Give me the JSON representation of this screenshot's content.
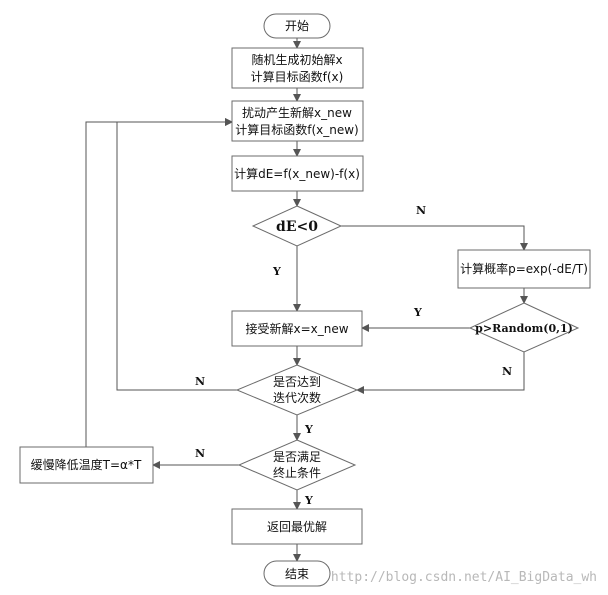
{
  "nodes": {
    "start": "开始",
    "init_1": "随机生成初始解x",
    "init_2": "计算目标函数f(x)",
    "perturb_1": "扰动产生新解x_new",
    "perturb_2": "计算目标函数f(x_new)",
    "delta": "计算dE=f(x_new)-f(x)",
    "cond_de": "dE<0",
    "prob": "计算概率p=exp(-dE/T)",
    "cond_rand": "p>Random(0,1)",
    "accept": "接受新解x=x_new",
    "cond_iter_1": "是否达到",
    "cond_iter_2": "迭代次数",
    "cool": "缓慢降低温度T=α*T",
    "cond_stop_1": "是否满足",
    "cond_stop_2": "终止条件",
    "return": "返回最优解",
    "end": "结束"
  },
  "edge_labels": {
    "de_no": "N",
    "de_yes": "Y",
    "rand_yes": "Y",
    "rand_no": "N",
    "iter_no": "N",
    "iter_yes": "Y",
    "stop_no": "N",
    "stop_yes": "Y"
  },
  "watermark": "http://blog.csdn.net/AI_BigData_wh"
}
